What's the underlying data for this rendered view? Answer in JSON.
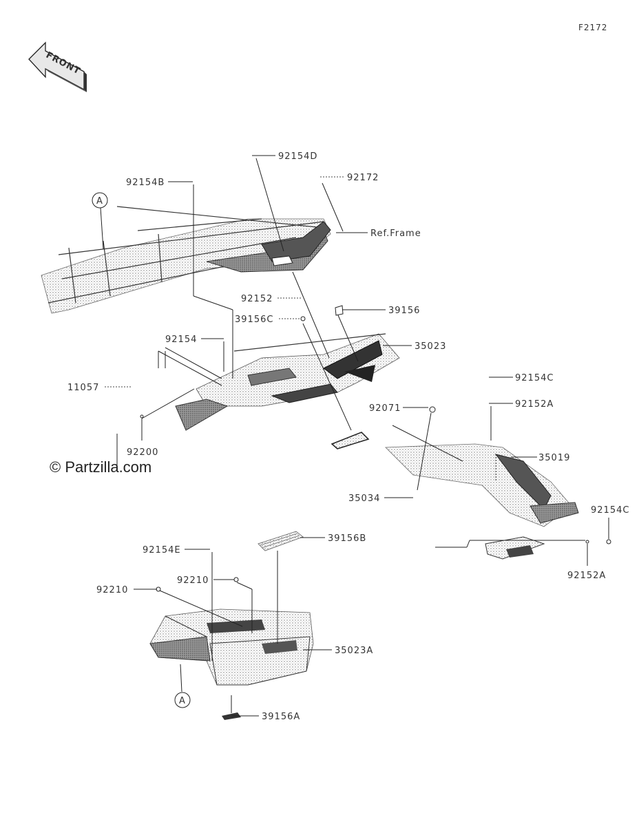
{
  "diagram_code": "F2172",
  "front_arrow_label": "FRONT",
  "watermark": "© Partzilla.com",
  "callouts": {
    "c_92154D": "92154D",
    "c_92172": "92172",
    "c_92154B": "92154B",
    "c_ref_frame": "Ref.Frame",
    "c_92152": "92152",
    "c_39156": "39156",
    "c_39156C": "39156C",
    "c_35023": "35023",
    "c_92154": "92154",
    "c_11057": "11057",
    "c_92154C_top": "92154C",
    "c_92071": "92071",
    "c_92152A_top": "92152A",
    "c_35019": "35019",
    "c_92200": "92200",
    "c_35034": "35034",
    "c_92154C_right": "92154C",
    "c_39156B": "39156B",
    "c_92154E": "92154E",
    "c_92210_a": "92210",
    "c_92210_b": "92210",
    "c_92152A_bottom": "92152A",
    "c_35023A": "35023A",
    "c_39156A": "39156A"
  },
  "reference_marks": {
    "top": "A",
    "bottom": "A"
  }
}
